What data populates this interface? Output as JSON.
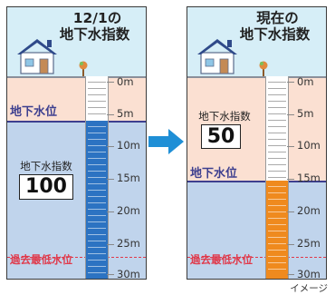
{
  "left": {
    "title_line1": "12/1の",
    "title_line2": "地下水指数",
    "index_label": "地下水指数",
    "index_value": "100",
    "water_level_label": "地下水位",
    "low_label": "過去最低水位",
    "depths": [
      "0m",
      "5m",
      "10m",
      "15m",
      "20m",
      "25m",
      "30m"
    ]
  },
  "right": {
    "title_line1": "現在の",
    "title_line2": "地下水指数",
    "index_label": "地下水指数",
    "index_value": "50",
    "water_level_label": "地下水位",
    "low_label": "過去最低水位",
    "depths": [
      "0m",
      "5m",
      "10m",
      "15m",
      "20m",
      "25m",
      "30m"
    ]
  },
  "caption": "イメージ",
  "colors": {
    "sky": "#d6eef7",
    "soil": "#fbe0d2",
    "groundwater": "#c0d4ec",
    "water_level_line": "#3d3f8f",
    "low_level": "#e0394a",
    "left_well_fill": "#2c73c2",
    "right_well_fill": "#ef8a1e",
    "arrow": "#1f8fd6"
  }
}
